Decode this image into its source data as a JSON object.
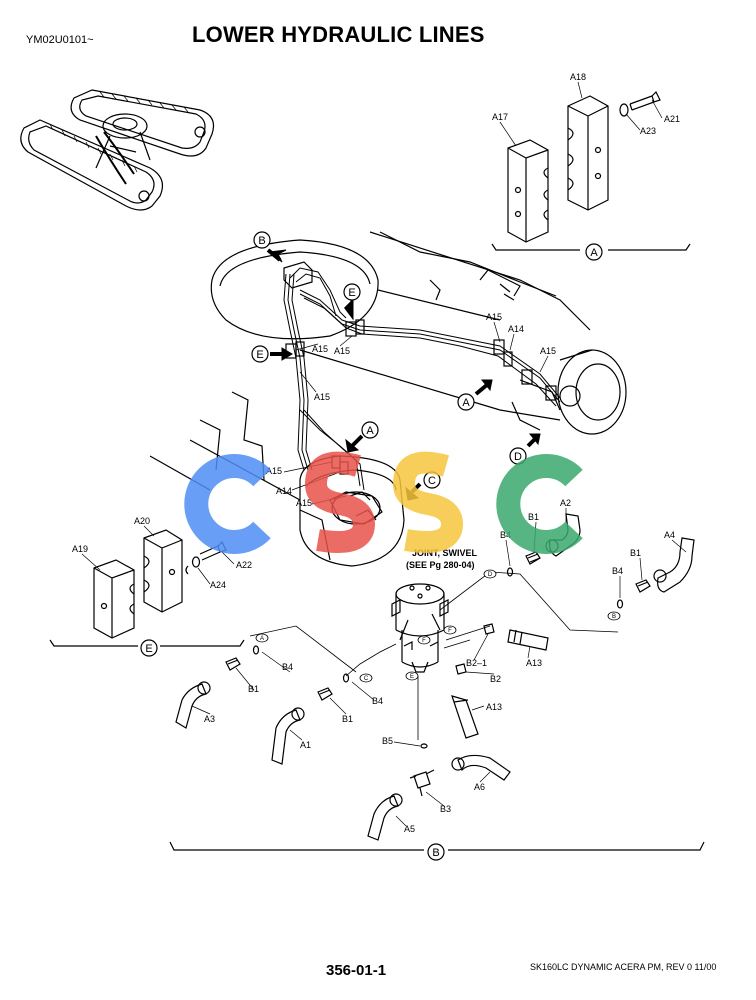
{
  "header": {
    "model_code": "YM02U0101~",
    "title": "LOWER HYDRAULIC LINES"
  },
  "footer": {
    "page_number": "356-01-1",
    "revision": "SK160LC DYNAMIC ACERA PM,  REV 0 11/00"
  },
  "watermark": {
    "letters": [
      "C",
      "S",
      "S",
      "C"
    ],
    "colors": [
      "#4f8df5",
      "#e8514a",
      "#f6c63c",
      "#3aa76d"
    ]
  },
  "detail_views": {
    "A": "A",
    "B": "B",
    "C": "C",
    "D": "D",
    "E": "E"
  },
  "joint_note": {
    "line1": "JOINT, SWIVEL",
    "line2": "(SEE Pg  280-04)"
  },
  "parts": {
    "A1": "A1",
    "A2": "A2",
    "A3": "A3",
    "A4": "A4",
    "A5": "A5",
    "A6": "A6",
    "A13": "A13",
    "A14": "A14",
    "A15": "A15",
    "A17": "A17",
    "A18": "A18",
    "A19": "A19",
    "A20": "A20",
    "A21": "A21",
    "A22": "A22",
    "A23": "A23",
    "A24": "A24",
    "B1": "B1",
    "B2": "B2",
    "B2_1": "B2–1",
    "B3": "B3",
    "B4": "B4",
    "B5": "B5"
  },
  "port_marks": {
    "A": "A",
    "B": "B",
    "C": "C",
    "D": "D",
    "E": "E",
    "F": "F"
  }
}
